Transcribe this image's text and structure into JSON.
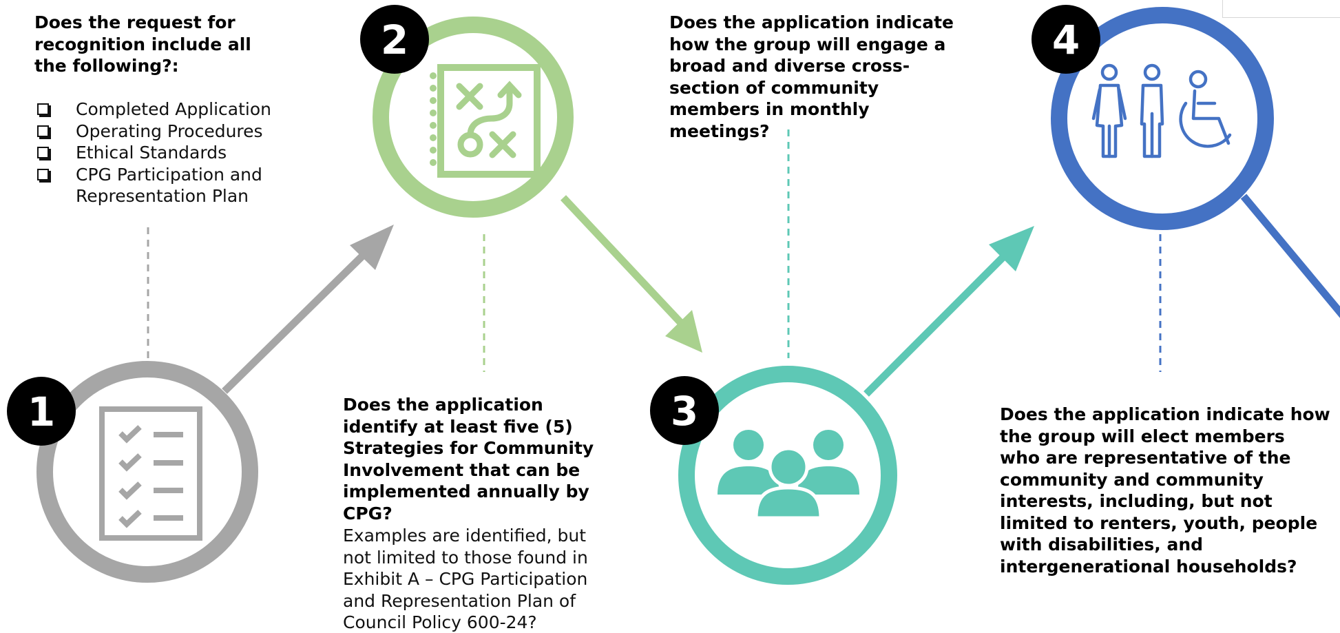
{
  "colors": {
    "step1": "#a6a6a6",
    "step2": "#a9d18e",
    "step3": "#5ec8b5",
    "step4": "#4472c4",
    "badge": "#000000",
    "badge_text": "#ffffff"
  },
  "steps": [
    {
      "number": "1",
      "icon": "checklist-icon",
      "question": "Does the request for recognition include all the following?:",
      "checklist": [
        "Completed Application",
        "Operating Procedures",
        "Ethical Standards",
        "CPG Participation and Representation Plan"
      ]
    },
    {
      "number": "2",
      "icon": "strategy-playbook-icon",
      "question": "Does the application identify at least five (5) Strategies for Community Involvement that can be implemented annually by CPG?",
      "note": "Examples are identified, but not limited to those found in Exhibit A – CPG Participation and Representation Plan of Council Policy 600-24?"
    },
    {
      "number": "3",
      "icon": "community-group-icon",
      "question": "Does the application indicate how the group will engage a broad and diverse cross-section of community members in monthly meetings?"
    },
    {
      "number": "4",
      "icon": "people-accessibility-icon",
      "question": "Does the application indicate how the group will elect members who are representative of the community and community interests, including, but not limited to renters, youth, people with disabilities, and intergenerational households?"
    }
  ]
}
